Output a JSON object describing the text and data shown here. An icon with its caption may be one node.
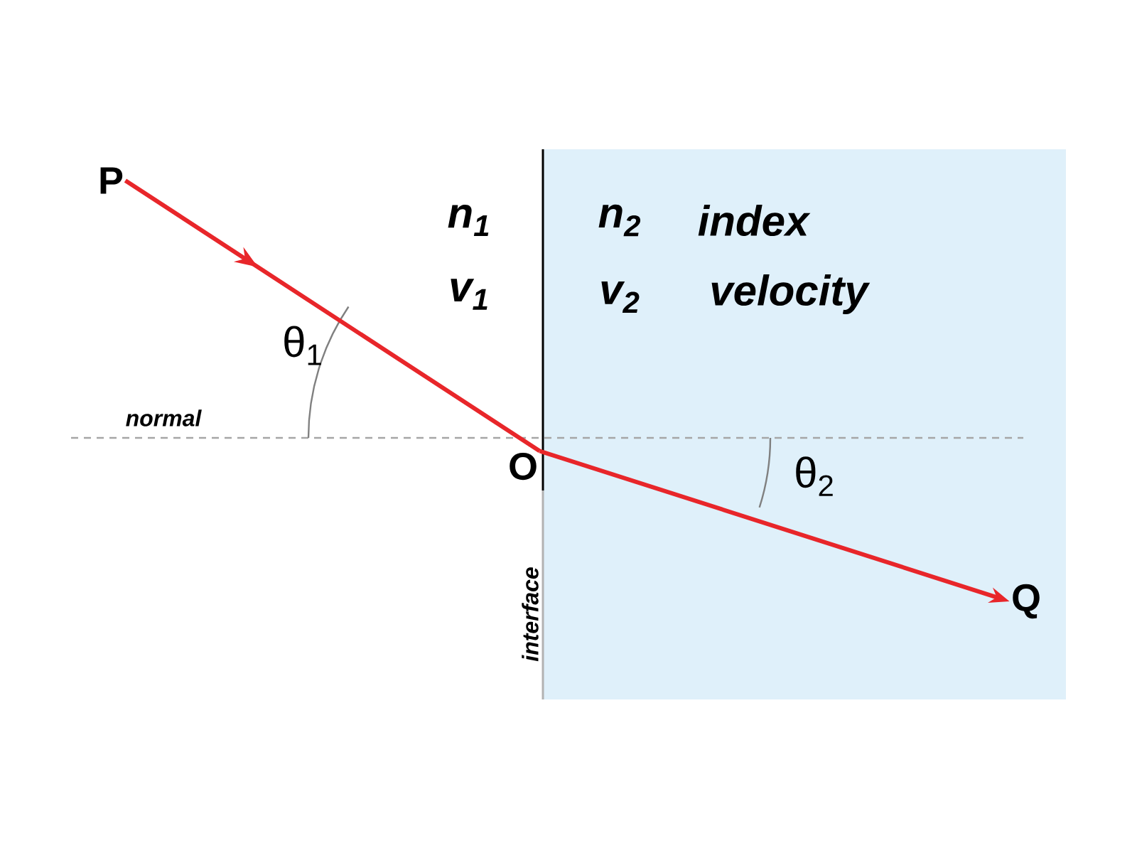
{
  "diagram": {
    "nodes": [
      {
        "text": [
          "P"
        ]
      },
      {
        "text": [
          "O"
        ]
      },
      {
        "text": [
          "Q"
        ]
      }
    ],
    "edges": [
      {
        "from": 0,
        "to": 1,
        "arrow": "to"
      },
      {
        "from": 1,
        "to": 2,
        "arrow": "to"
      }
    ],
    "labels": [
      "n$_{1}$",
      "n$_{2}$",
      "index",
      "v$_{1}$",
      "v$_{2}$",
      "velocity",
      "θ$_{1}$",
      "normal",
      "θ$_{2}$",
      "interface"
    ]
  }
}
